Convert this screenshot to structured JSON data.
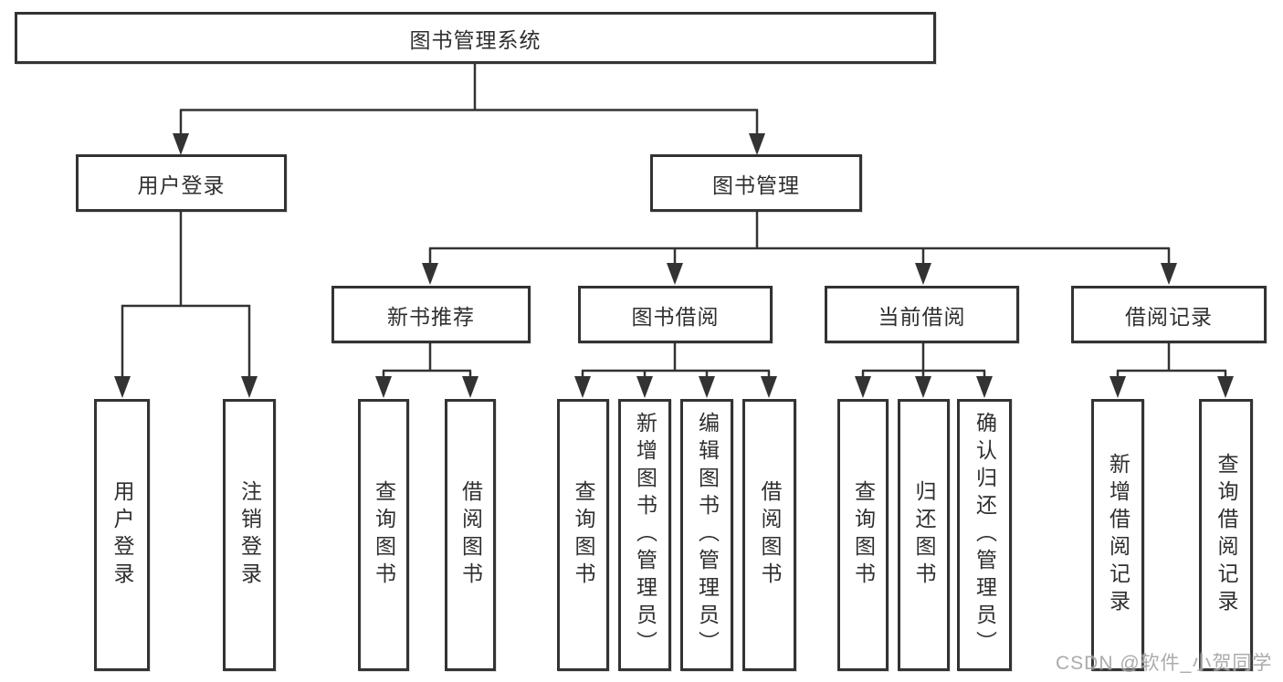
{
  "diagram": {
    "root": {
      "label": "图书管理系统"
    },
    "level2": [
      {
        "label": "用户登录",
        "children": [
          {
            "label": "用户登录"
          },
          {
            "label": "注销登录"
          }
        ]
      },
      {
        "label": "图书管理",
        "children": [
          {
            "label": "新书推荐",
            "children": [
              {
                "label": "查询图书"
              },
              {
                "label": "借阅图书"
              }
            ]
          },
          {
            "label": "图书借阅",
            "children": [
              {
                "label": "查询图书"
              },
              {
                "label": "新增图书（管理员）"
              },
              {
                "label": "编辑图书（管理员）"
              },
              {
                "label": "借阅图书"
              }
            ]
          },
          {
            "label": "当前借阅",
            "children": [
              {
                "label": "查询图书"
              },
              {
                "label": "归还图书"
              },
              {
                "label": "确认归还（管理员）"
              }
            ]
          },
          {
            "label": "借阅记录",
            "children": [
              {
                "label": "新增借阅记录"
              },
              {
                "label": "查询借阅记录"
              }
            ]
          }
        ]
      }
    ]
  },
  "watermark": {
    "text": "CSDN @软件_小贺同学"
  },
  "colors": {
    "line": "#333333",
    "text": "#2f2f2f",
    "background": "#ffffff",
    "watermark": "#b8b8b8"
  }
}
